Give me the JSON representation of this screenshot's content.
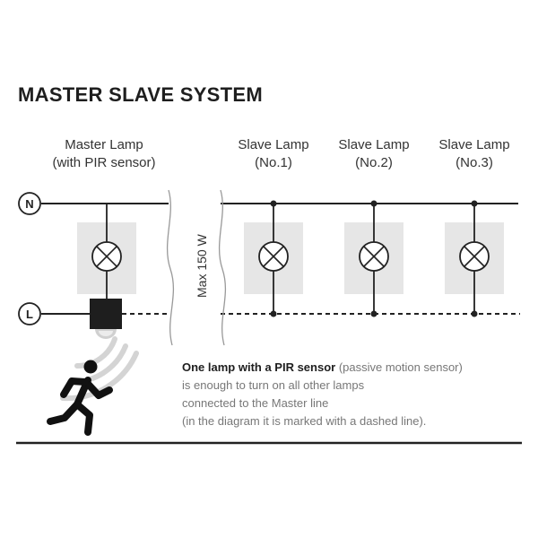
{
  "title": "MASTER SLAVE SYSTEM",
  "lamps": {
    "master": {
      "line1": "Master Lamp",
      "line2": "(with PIR sensor)"
    },
    "slave1": {
      "line1": "Slave Lamp",
      "line2": "(No.1)"
    },
    "slave2": {
      "line1": "Slave Lamp",
      "line2": "(No.2)"
    },
    "slave3": {
      "line1": "Slave Lamp",
      "line2": "(No.3)"
    }
  },
  "wires": {
    "neutral": "N",
    "live": "L"
  },
  "max_power": "Max 150 W",
  "caption": {
    "lead": "One lamp with a PIR sensor",
    "lead_note": " (passive motion sensor)",
    "line2": "is enough to turn on all other lamps",
    "line3": "connected to the Master line",
    "line4": "(in the diagram it is marked with a dashed line)."
  },
  "colors": {
    "line": "#222222",
    "lamp_box": "#e6e6e6",
    "sensor_arc": "#d4d4d4",
    "sensor": "#222222"
  },
  "icons": [
    "lamp-icon",
    "pir-sensor-icon",
    "running-person-icon",
    "signal-waves-icon"
  ]
}
